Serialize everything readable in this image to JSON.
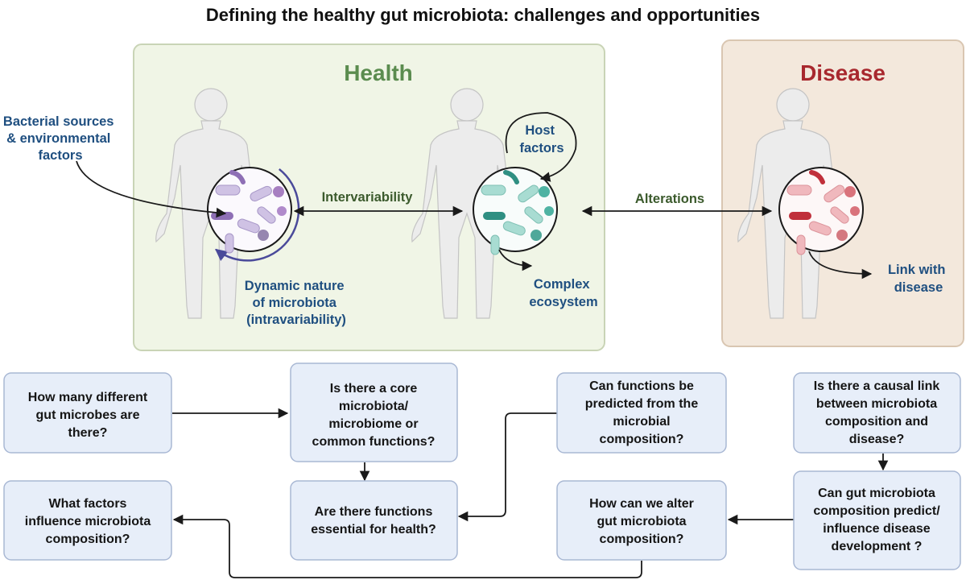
{
  "title": "Defining the healthy gut microbiota: challenges and opportunities",
  "colors": {
    "health_panel": "#f0f5e6",
    "disease_panel": "#f3e8dc",
    "health_title": "#5b8c4f",
    "disease_title": "#a8282e",
    "label": "#1f4f80",
    "arrow_label": "#3b5a2c",
    "box": "#e7eef9",
    "health_microbes": "#9d88c4",
    "host_microbes": "#4fb3a3",
    "disease_microbes": "#d9737c"
  },
  "health": {
    "title": "Health",
    "bacterial_sources": [
      "Bacterial sources",
      "& environmental",
      "factors"
    ],
    "dynamic_nature": [
      "Dynamic nature",
      "of microbiota",
      "(intravariability)"
    ],
    "intervariability": "Intervariability",
    "host_factors": [
      "Host",
      "factors"
    ],
    "complex_ecosystem": [
      "Complex",
      "ecosystem"
    ]
  },
  "alterations": "Alterations",
  "disease": {
    "title": "Disease",
    "link_with_disease": [
      "Link with",
      "disease"
    ]
  },
  "questions": [
    [
      "How many different",
      "gut microbes are",
      "there?"
    ],
    [
      "Is there a core",
      "microbiota/",
      "microbiome or",
      "common functions?"
    ],
    [
      "Can functions be",
      "predicted from the",
      "microbial",
      "composition?"
    ],
    [
      "Is there a causal link",
      "between microbiota",
      "composition and",
      "disease?"
    ],
    [
      "What factors",
      "influence microbiota",
      "composition?"
    ],
    [
      "Are there functions",
      "essential for health?"
    ],
    [
      "How can we alter",
      "gut microbiota",
      "composition?"
    ],
    [
      "Can gut microbiota",
      "composition predict/",
      "influence disease",
      "development ?"
    ]
  ]
}
